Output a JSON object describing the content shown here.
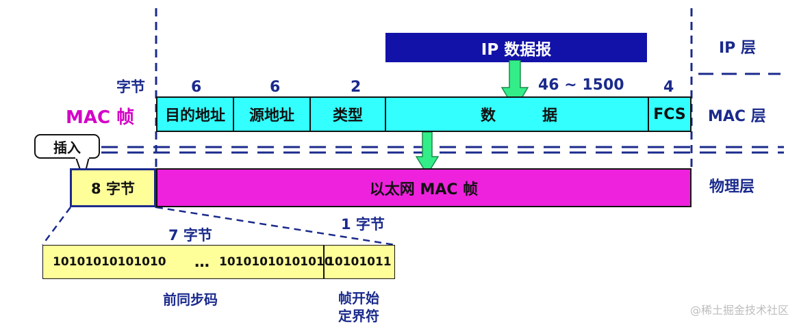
{
  "layers": {
    "ip": "IP 层",
    "mac": "MAC 层",
    "physical": "物理层"
  },
  "ip_datagram": "IP 数据报",
  "mac_frame_label": "MAC 帧",
  "bytes_label": "字节",
  "field_sizes": {
    "dest": "6",
    "src": "6",
    "type": "2",
    "data": "46 ~ 1500",
    "fcs": "4"
  },
  "fields": {
    "dest": "目的地址",
    "src": "源地址",
    "type": "类型",
    "data_left": "数",
    "data_right": "据",
    "fcs": "FCS"
  },
  "insert_callout": "插入",
  "physical_row": {
    "preamble_bytes": "8 字节",
    "ethernet_frame": "以太网 MAC 帧"
  },
  "preamble_detail": {
    "seven_bytes": "7 字节",
    "one_byte": "1 字节",
    "bits_left": "10101010101010",
    "ellipsis": "…",
    "bits_right": "10101010101010",
    "sfd_bits": "10101011",
    "preamble_caption": "前同步码",
    "sfd_caption_line1": "帧开始",
    "sfd_caption_line2": "定界符"
  },
  "watermark": "@稀土掘金技术社区",
  "colors": {
    "navy": "#1a2a8c",
    "ip_box": "#1212a8",
    "cyan": "#33ffff",
    "magenta_fill": "#ee22dd",
    "magenta_text": "#d400c8",
    "yellow": "#ffff99",
    "green_arrow": "#33ee88"
  }
}
